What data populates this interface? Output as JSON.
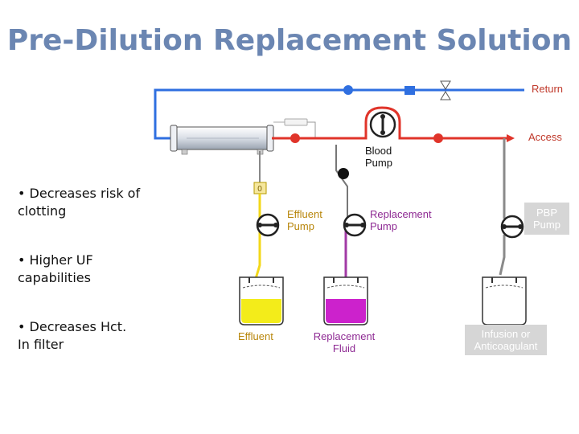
{
  "title": "Pre-Dilution Replacement Solution",
  "bullets": [
    {
      "line1": "• Decreases risk of",
      "line2": "clotting"
    },
    {
      "line1": "• Higher UF",
      "line2": "capabilities"
    },
    {
      "line1": "• Decreases Hct.",
      "line2": "In filter"
    }
  ],
  "labels": {
    "return": "Return",
    "access": "Access",
    "blood_pump_1": "Blood",
    "blood_pump_2": "Pump",
    "effluent_pump_1": "Effluent",
    "effluent_pump_2": "Pump",
    "replacement_pump_1": "Replacement",
    "replacement_pump_2": "Pump",
    "pbp_pump_1": "PBP",
    "pbp_pump_2": "Pump",
    "effluent_bag": "Effluent",
    "replacement_fluid_1": "Replacement",
    "replacement_fluid_2": "Fluid",
    "infusion_1": "Infusion or",
    "infusion_2": "Anticoagulant"
  },
  "colors": {
    "return_line": "#2f6fe0",
    "access_line": "#e0342a",
    "effluent_line": "#f3d81a",
    "replacement_line": "#a23aa6",
    "infusion_line": "#8a8a8a",
    "title": "#6b86b2",
    "label_red": "#c0392b"
  }
}
